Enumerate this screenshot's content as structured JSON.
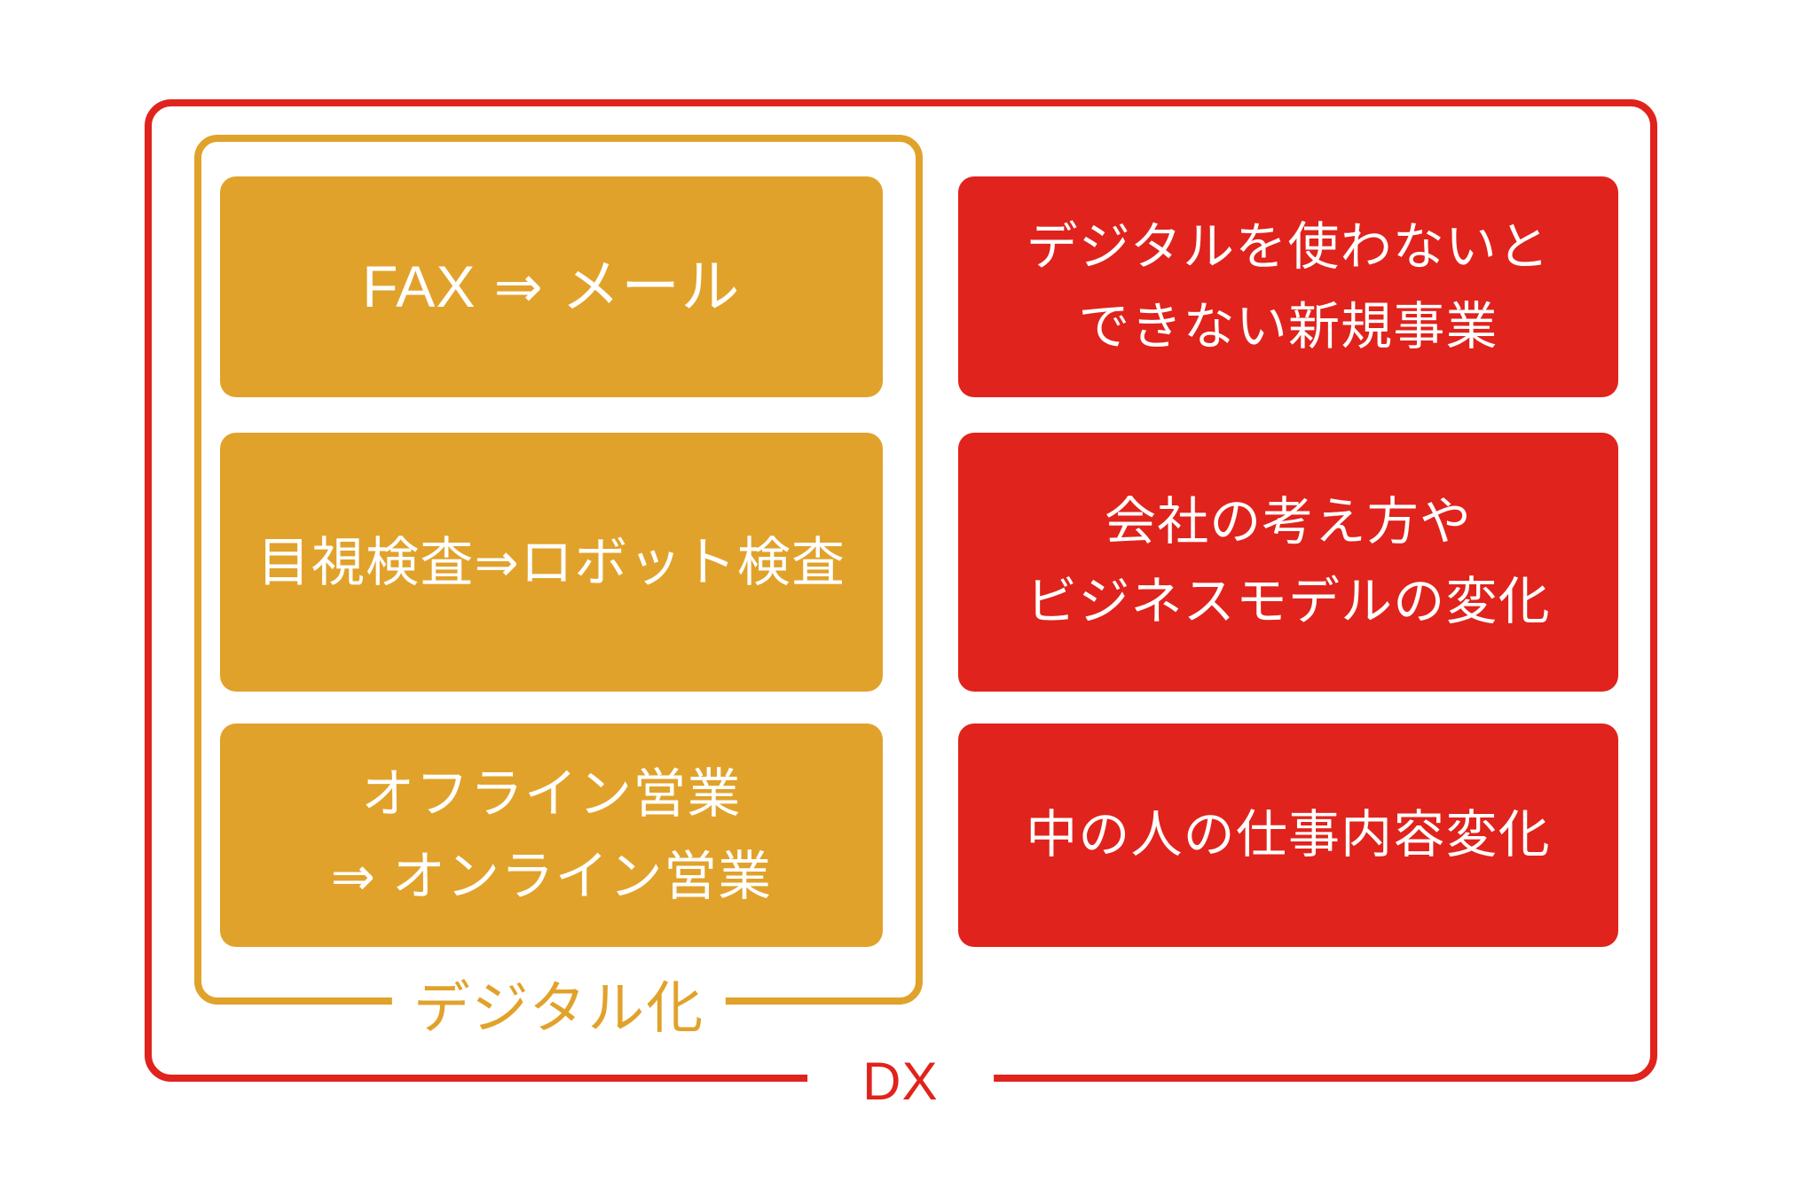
{
  "colors": {
    "red": "#E0231C",
    "orange": "#E1A22B",
    "text_white": "#FFFFFF"
  },
  "frames": {
    "dx": {
      "label": "DX"
    },
    "digitalization": {
      "label": "デジタル化"
    }
  },
  "digitalization_boxes": [
    {
      "line1": "FAX ⇒ メール",
      "line2": ""
    },
    {
      "line1": "目視検査⇒ロボット検査",
      "line2": ""
    },
    {
      "line1": "オフライン営業",
      "line2": "⇒ オンライン営業"
    }
  ],
  "dx_boxes": [
    {
      "line1": "デジタルを使わないと",
      "line2": "できない新規事業"
    },
    {
      "line1": "会社の考え方や",
      "line2": "ビジネスモデルの変化"
    },
    {
      "line1": "中の人の仕事内容変化",
      "line2": ""
    }
  ]
}
